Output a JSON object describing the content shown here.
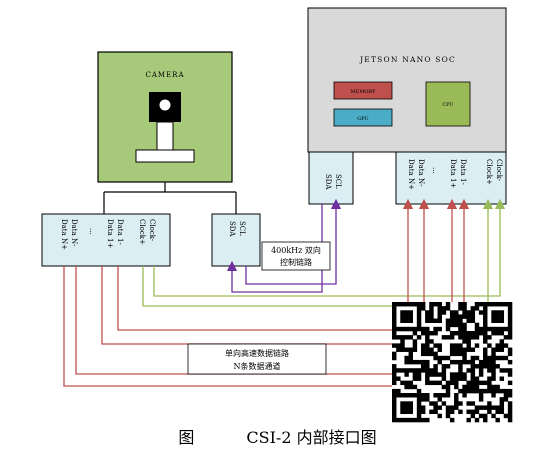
{
  "camera": {
    "label": "CAMERA"
  },
  "soc": {
    "title": "JETSON NANO SOC",
    "memory": "MEMORY",
    "gpu": "GPU",
    "cpu": "CPU",
    "i2c_pins": [
      "SCL",
      "SDA"
    ],
    "csi_pins": [
      "Data N-",
      "Data N+",
      "Data 1-",
      "Data 1+",
      "Clock-",
      "Clock+"
    ]
  },
  "camera_csi": {
    "pins": [
      "Clock-",
      "Clock+",
      "Data 1-",
      "Data 1+",
      "...",
      "Data N-",
      "Data N+"
    ]
  },
  "camera_i2c": {
    "pins": [
      "SCL",
      "SDA"
    ]
  },
  "annotations": {
    "i2c_line1": "400kHz 双向",
    "i2c_line2": "控制链路",
    "csi_line1": "单向高速数据链路",
    "csi_line2": "N条数据通道"
  },
  "colors": {
    "camera_board": "#a6c97a",
    "soc_box": "#d9d9d9",
    "memory": "#c0504d",
    "gpu": "#4bacc6",
    "cpu": "#9bbb59",
    "port": "#dbeef4",
    "data_wire": "#c0504d",
    "clock_wire": "#9bbb59",
    "i2c_wire": "#7030a0"
  },
  "caption": {
    "fig": "图",
    "title": "CSI-2 内部接口图"
  }
}
